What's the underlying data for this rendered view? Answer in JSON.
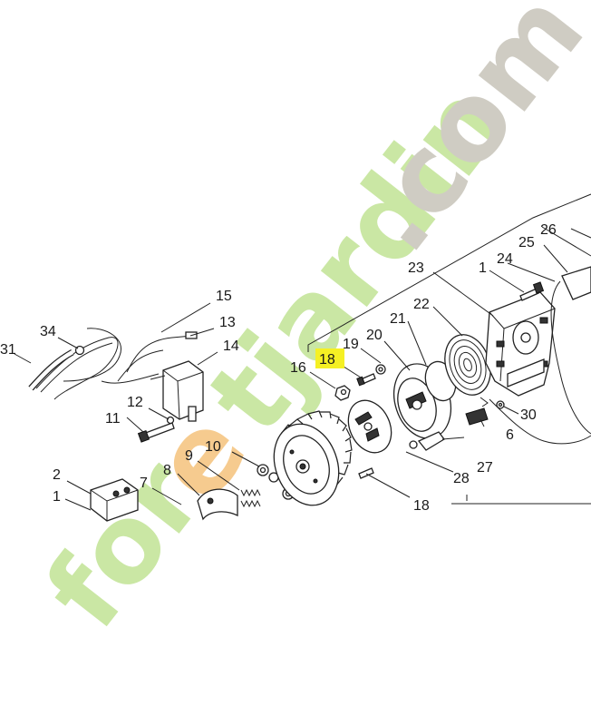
{
  "diagram": {
    "highlight_color": "#f5f024",
    "highlighted_label": "18",
    "labels": {
      "l1a": "1",
      "l1b": "1",
      "l2": "2",
      "l6": "6",
      "l7": "7",
      "l8": "8",
      "l9": "9",
      "l10": "10",
      "l11": "11",
      "l12": "12",
      "l13": "13",
      "l14": "14",
      "l15": "15",
      "l16": "16",
      "l18a": "18",
      "l18b": "18",
      "l19": "19",
      "l20": "20",
      "l21": "21",
      "l22": "22",
      "l23": "23",
      "l24": "24",
      "l25": "25",
      "l26": "26",
      "l27": "27",
      "l28": "28",
      "l30": "30",
      "l31": "31",
      "l34": "34"
    }
  },
  "watermark": {
    "part1": "for",
    "part2": "e",
    "part3": "tjardin",
    "part4": ".com",
    "colors": {
      "green": "#c8e6a0",
      "orange": "#f6c98a",
      "gray": "#cdcac0"
    }
  }
}
